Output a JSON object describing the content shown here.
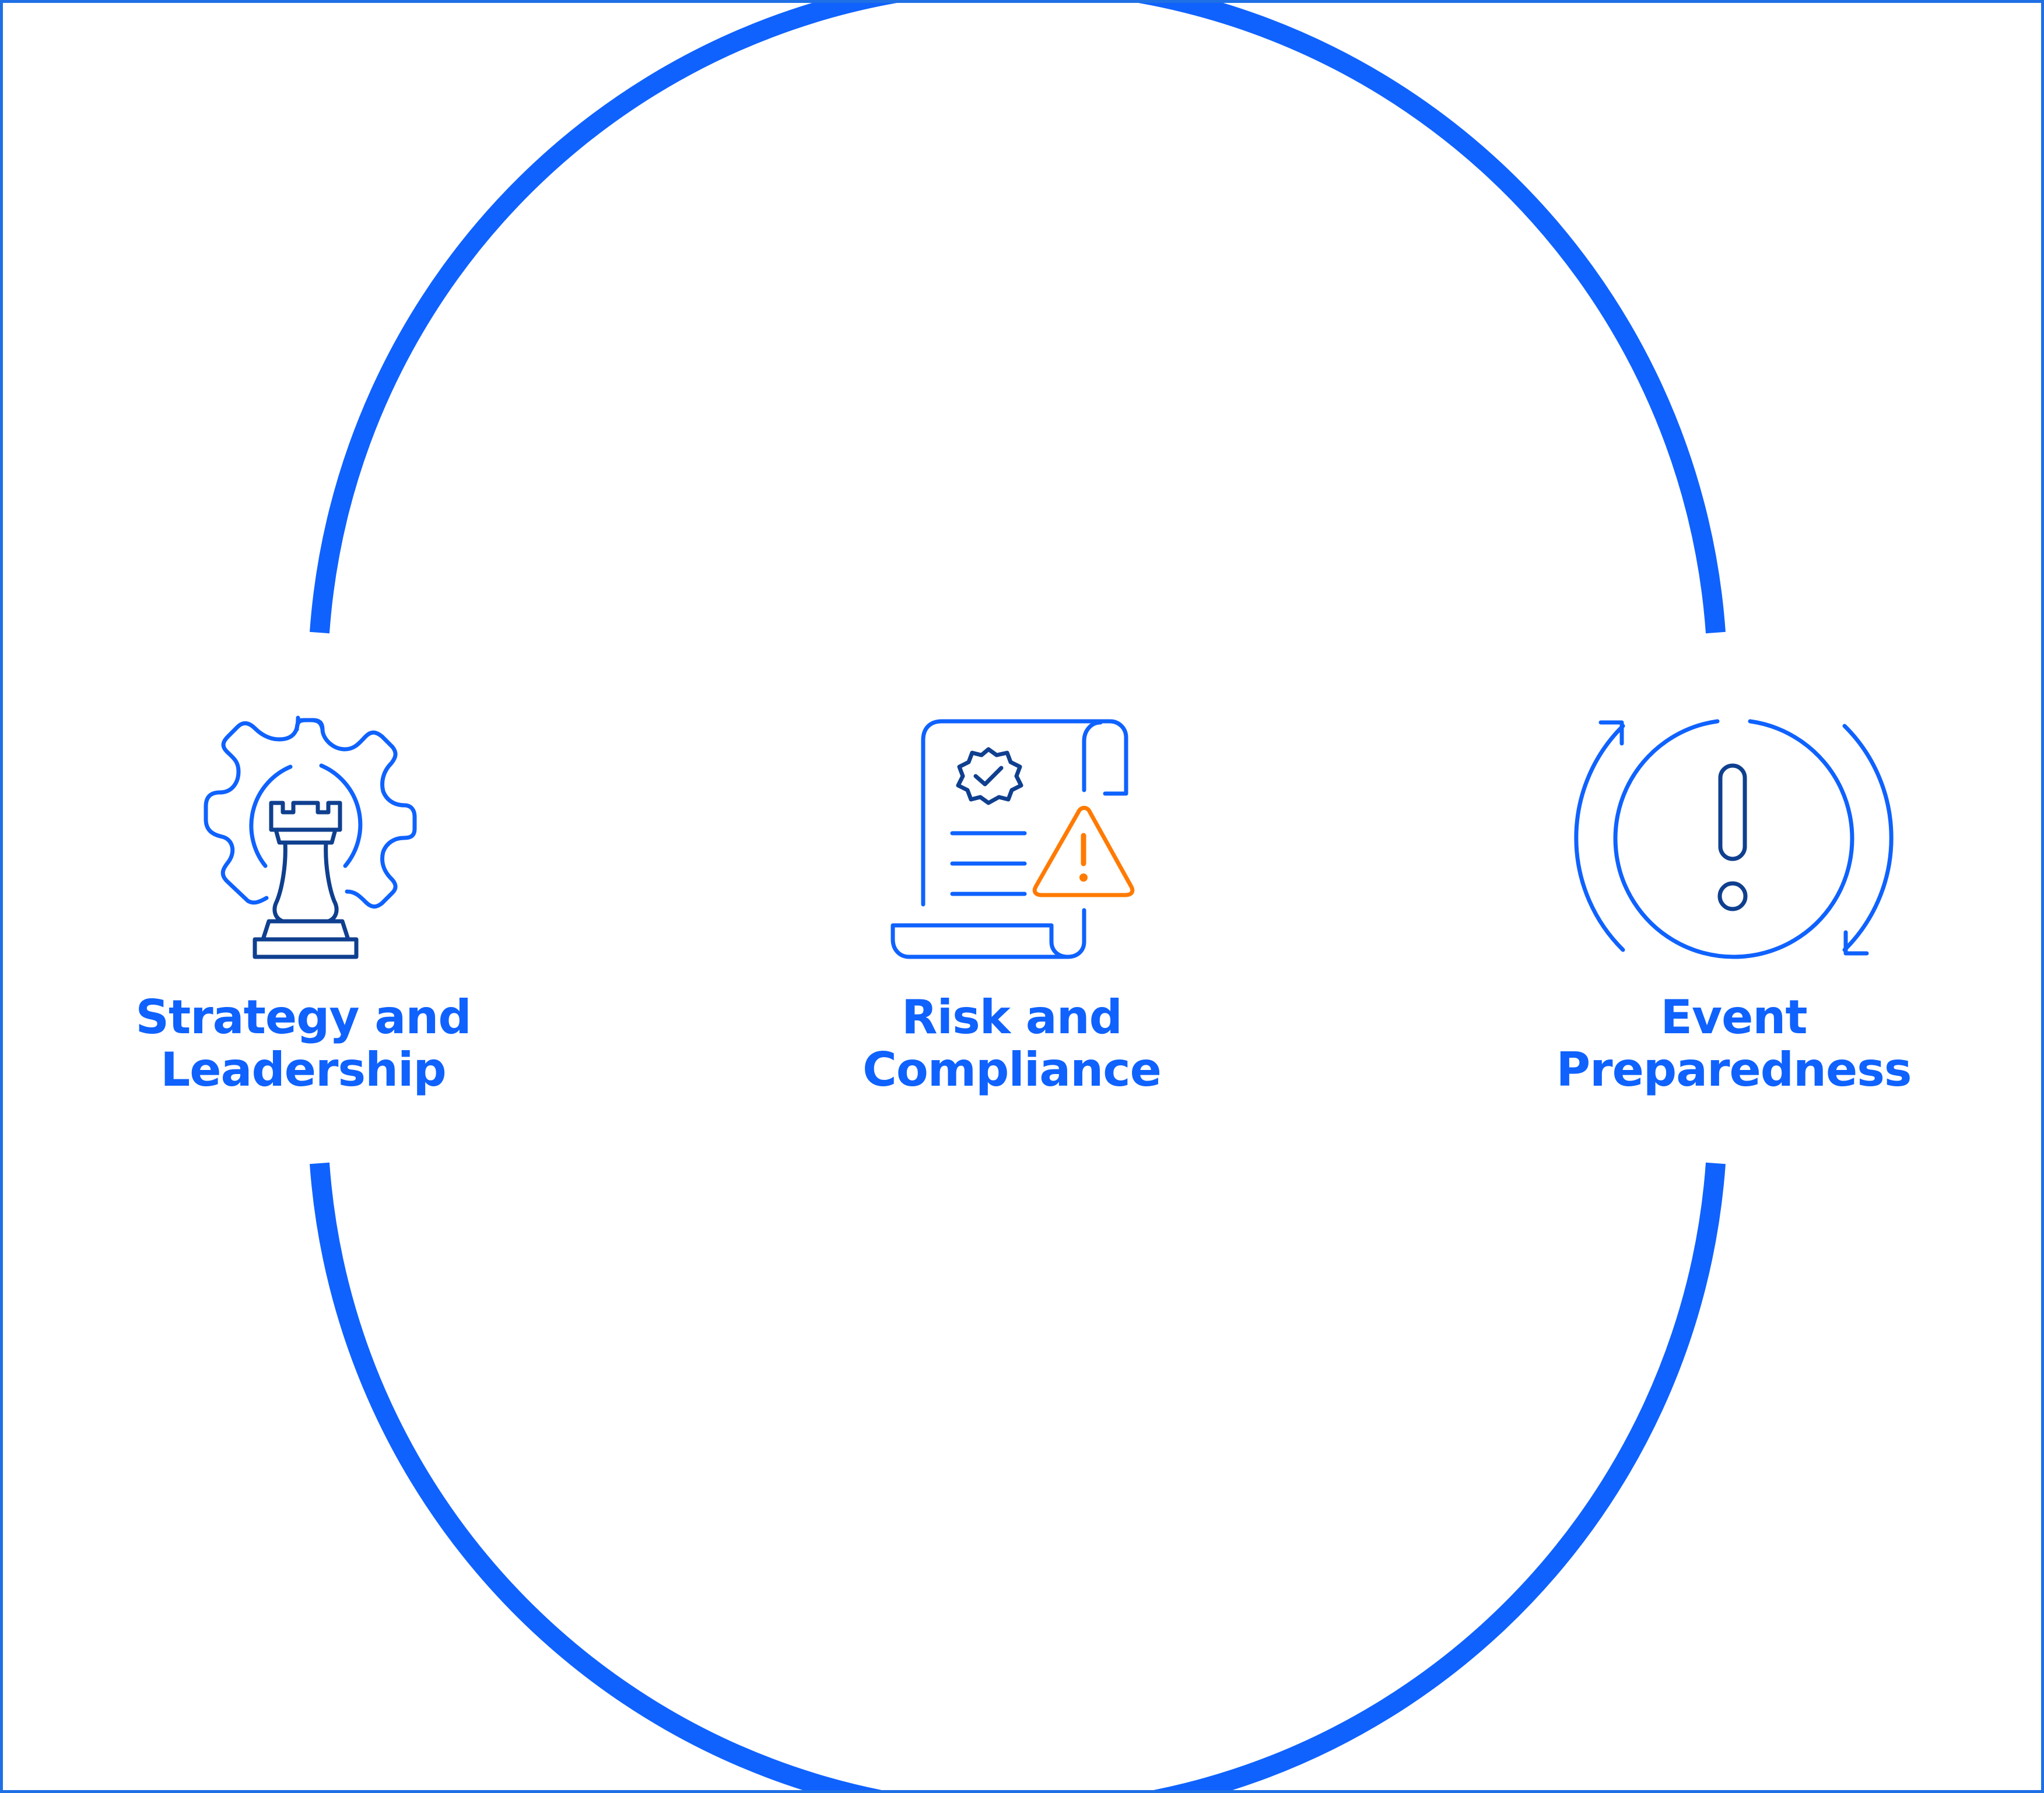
{
  "colors": {
    "primary": "#0f62fe",
    "dark": "#0f3f8f",
    "warning": "#ff7a00",
    "frame": "#1f6fe5",
    "background": "#ffffff"
  },
  "items": [
    {
      "icon": "rook-gear-icon",
      "label_line1": "Strategy and",
      "label_line2": "Leadership"
    },
    {
      "icon": "document-warning-icon",
      "label_line1": "Risk and",
      "label_line2": "Compliance"
    },
    {
      "icon": "alert-cycle-icon",
      "label_line1": "Event",
      "label_line2": "Preparedness"
    }
  ]
}
